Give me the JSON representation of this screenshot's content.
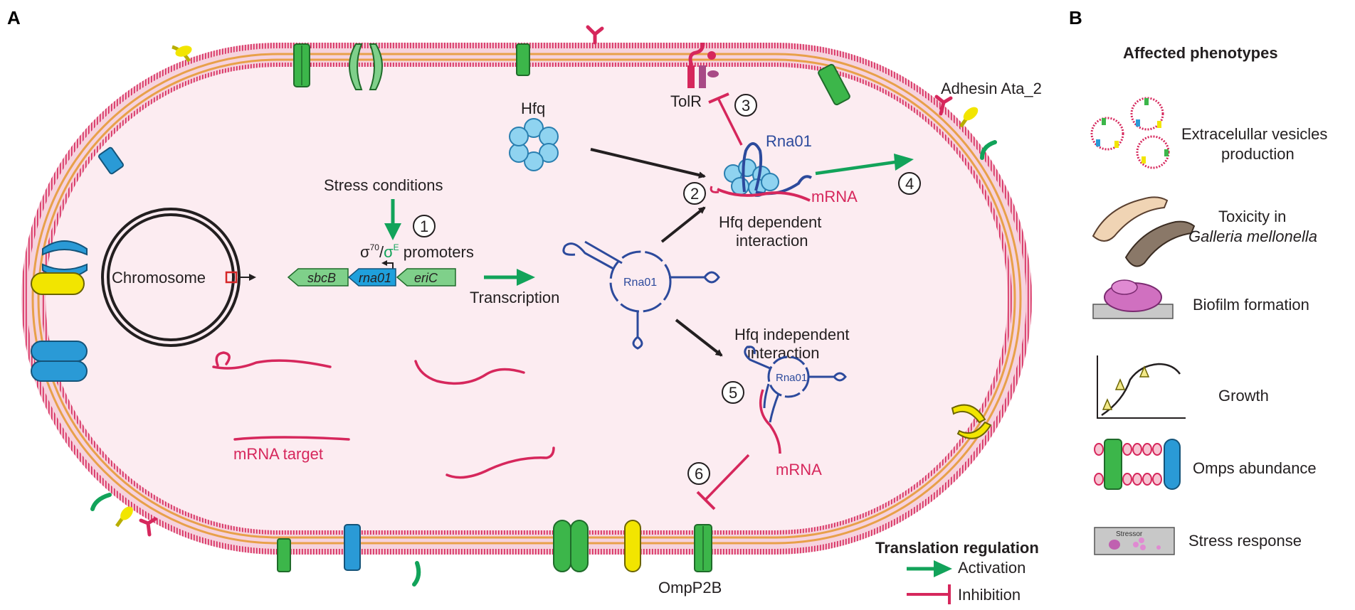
{
  "panel_a": {
    "label": "A",
    "chromosome": "Chromosome",
    "stress": "Stress conditions",
    "promoters_sigma70": "σ",
    "promoters_sup70": "70",
    "promoters_slash": "/",
    "promoters_sigmaE": "σ",
    "promoters_supE": "E",
    "promoters_word": "promoters",
    "genes": [
      "sbcB",
      "rna01",
      "eriC"
    ],
    "transcription": "Transcription",
    "hfq": "Hfq",
    "tolr": "TolR",
    "rna01_label": "Rna01",
    "rna01_center": "Rna01",
    "mrna": "mRNA",
    "hfq_dependent_1": "Hfq dependent",
    "hfq_dependent_2": "interaction",
    "hfq_independent_1": "Hfq independent",
    "hfq_independent_2": "interaction",
    "mrna_target": "mRNA target",
    "adhesin": "Adhesin Ata_2",
    "omp": "OmpP2B",
    "steps": [
      "1",
      "2",
      "3",
      "4",
      "5",
      "6"
    ],
    "legend": {
      "title": "Translation regulation",
      "activation": "Activation",
      "inhibition": "Inhibition"
    }
  },
  "panel_b": {
    "label": "B",
    "title": "Affected phenotypes",
    "items": [
      {
        "line1": "Extracelullar vesicles",
        "line2": "production"
      },
      {
        "line1": "Toxicity in",
        "line2": "Galleria mellonella"
      },
      {
        "line1": "Biofilm formation",
        "line2": ""
      },
      {
        "line1": "Growth",
        "line2": ""
      },
      {
        "line1": "Omps abundance",
        "line2": ""
      },
      {
        "line1": "Stress response",
        "line2": ""
      }
    ],
    "stressor": "Stressor"
  },
  "colors": {
    "membrane_red": "#d6275c",
    "membrane_fill": "#f6d3de",
    "membrane_orange": "#e8a04a",
    "cytoplasm": "#fcecf1",
    "activation_green": "#12a35a",
    "inhibition_red": "#d6275c",
    "rna_blue": "#2c4a9c",
    "hfq_blue": "#8fd3f0",
    "omp_green": "#3cb64a",
    "omp_blue": "#2a9ad6",
    "omp_yellow": "#f2e500"
  }
}
